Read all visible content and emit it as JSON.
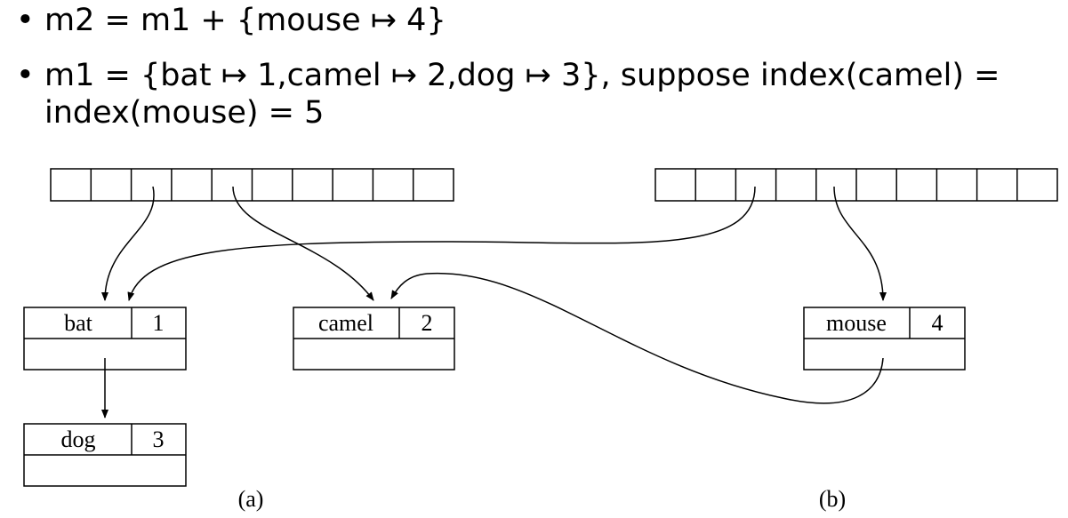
{
  "bullets": [
    {
      "bullet": "•",
      "text": "m2 = m1 + {mouse ↦ 4}"
    },
    {
      "bullet": "•",
      "text": "m1 = {bat ↦ 1,camel ↦ 2,dog ↦ 3}, suppose index(camel) = index(mouse) = 5"
    }
  ],
  "diagram": {
    "a": {
      "caption": "(a)",
      "array_slots": 10,
      "nodes": [
        {
          "key": "bat",
          "value": "1"
        },
        {
          "key": "camel",
          "value": "2"
        },
        {
          "key": "dog",
          "value": "3"
        }
      ]
    },
    "b": {
      "caption": "(b)",
      "array_slots": 10,
      "nodes": [
        {
          "key": "mouse",
          "value": "4"
        }
      ]
    }
  }
}
